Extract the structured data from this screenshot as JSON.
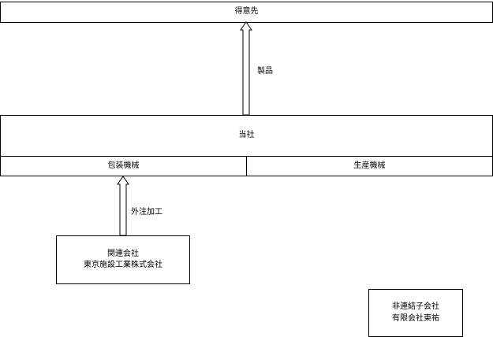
{
  "nodes": {
    "customer": "得意先",
    "company": "当社",
    "packaging": "包装機械",
    "production": "生産機械",
    "affiliate": {
      "line1": "関連会社",
      "line2": "東京施設工業株式会社"
    },
    "non_consolidated": {
      "line1": "非連結子会社",
      "line2": "有限会社東祐"
    }
  },
  "edges": {
    "products": "製品",
    "outsourcing": "外注加工"
  }
}
